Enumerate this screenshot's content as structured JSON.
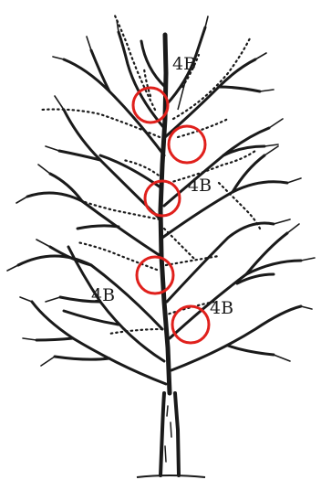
{
  "colors": {
    "ink": "#1a1a1a",
    "marker": "#e0201c",
    "background": "#ffffff"
  },
  "diagram": {
    "labels": [
      "4B",
      "4B",
      "4B",
      "4B"
    ],
    "marker_count": 5,
    "marker_style": "red-circle"
  }
}
